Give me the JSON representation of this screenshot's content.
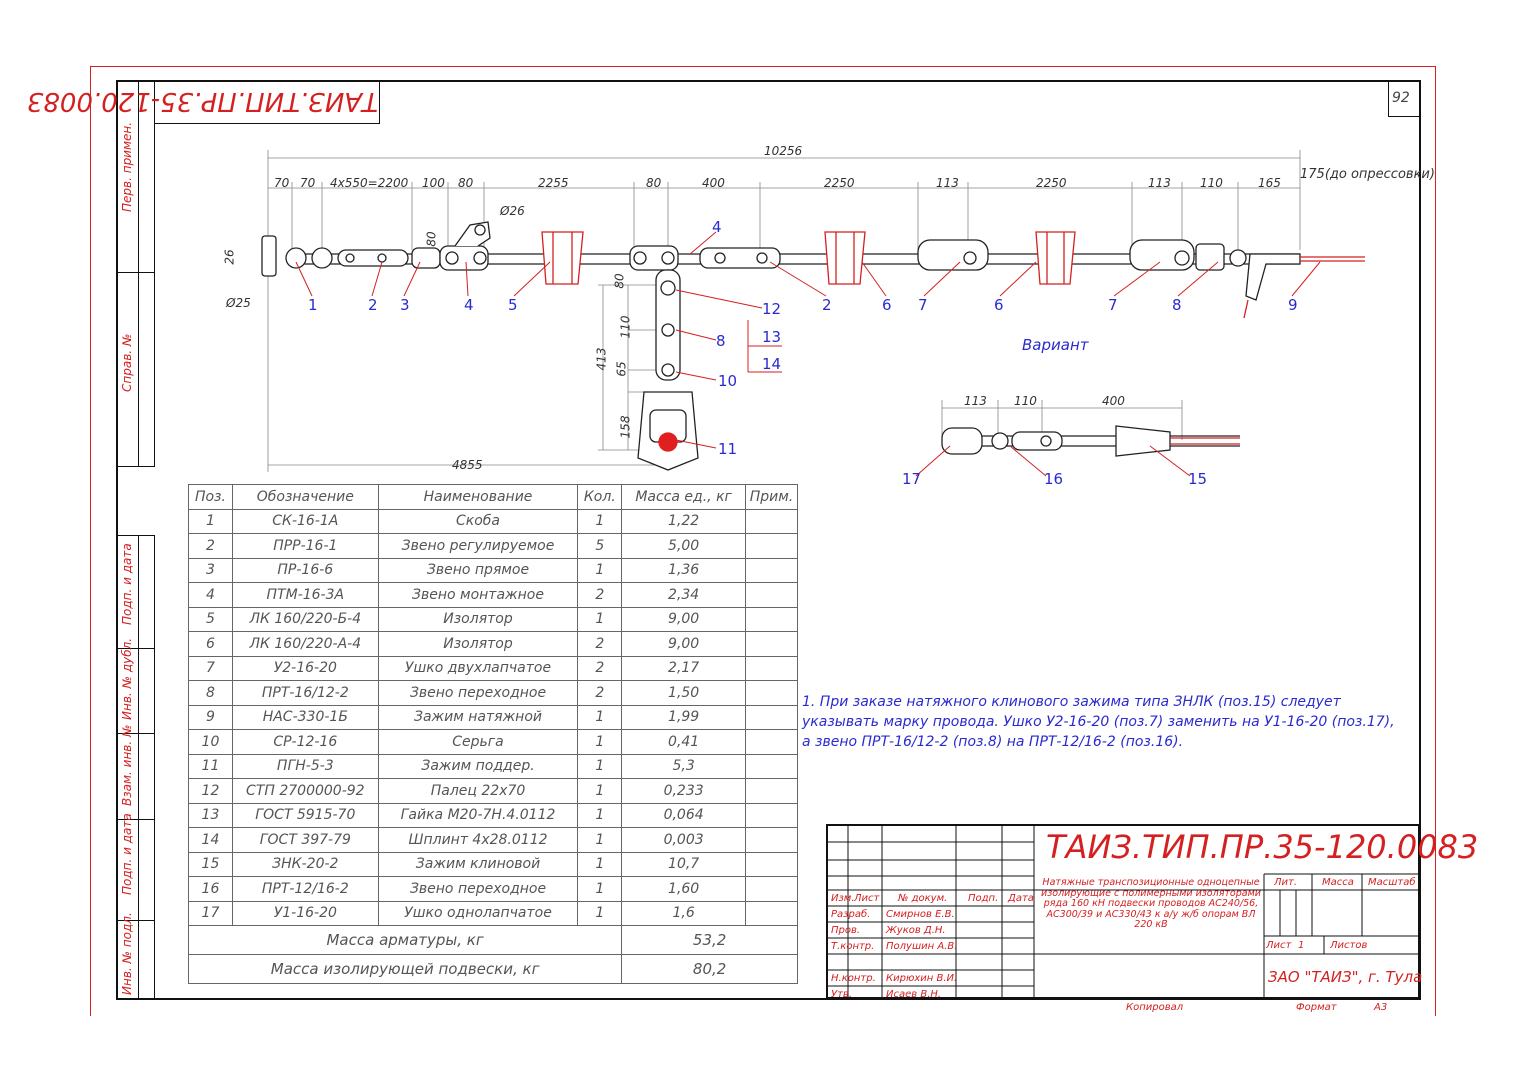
{
  "doc_code": "ТАИЗ.ТИП.ПР.35-120.0083",
  "doc_code_mirrored": "ТАИЗ.ТИП.ПР.35-120.0083",
  "sheet_number": "92",
  "sidebar": {
    "perv_primen": "Перв. примен.",
    "sprav": "Справ. №",
    "podp_data_1": "Подп. и дата",
    "inv_dubl": "Инв. № дубл.",
    "vzam_inv": "Взам. инв. №",
    "podp_data_2": "Подп. и дата",
    "inv_podl": "Инв. № подл."
  },
  "dimensions": {
    "total": "10256",
    "d70a": "70",
    "d70b": "70",
    "d4x550": "4x550=2200",
    "d100": "100",
    "d80a": "80",
    "d2255": "2255",
    "d80b": "80",
    "d400": "400",
    "d2250a": "2250",
    "d113a": "113",
    "d2250b": "2250",
    "d113b": "113",
    "d110": "110",
    "d165": "165",
    "d175": "175(до опрессовки)",
    "d26": "26",
    "d25": "Ø25",
    "d26b": "Ø26",
    "d80v": "80",
    "d413": "413",
    "d110v": "110",
    "d65v": "65",
    "d158v": "158",
    "d80c": "80",
    "d4855": "4855",
    "v113": "113",
    "v110": "110",
    "v400": "400"
  },
  "callouts": [
    "1",
    "2",
    "3",
    "4",
    "5",
    "2",
    "6",
    "7",
    "6",
    "7",
    "8",
    "9",
    "4",
    "12",
    "8",
    "10",
    "11",
    "13",
    "14",
    "17",
    "16",
    "15"
  ],
  "variant_label": "Вариант",
  "bom": {
    "headers": [
      "Поз.",
      "Обозначение",
      "Наименование",
      "Кол.",
      "Масса ед., кг",
      "Прим."
    ],
    "rows": [
      [
        "1",
        "СК-16-1А",
        "Скоба",
        "1",
        "1,22",
        ""
      ],
      [
        "2",
        "ПРР-16-1",
        "Звено регулируемое",
        "5",
        "5,00",
        ""
      ],
      [
        "3",
        "ПР-16-6",
        "Звено прямое",
        "1",
        "1,36",
        ""
      ],
      [
        "4",
        "ПТМ-16-3А",
        "Звено монтажное",
        "2",
        "2,34",
        ""
      ],
      [
        "5",
        "ЛК 160/220-Б-4",
        "Изолятор",
        "1",
        "9,00",
        ""
      ],
      [
        "6",
        "ЛК 160/220-А-4",
        "Изолятор",
        "2",
        "9,00",
        ""
      ],
      [
        "7",
        "У2-16-20",
        "Ушко двухлапчатое",
        "2",
        "2,17",
        ""
      ],
      [
        "8",
        "ПРТ-16/12-2",
        "Звено переходное",
        "2",
        "1,50",
        ""
      ],
      [
        "9",
        "НАС-330-1Б",
        "Зажим натяжной",
        "1",
        "1,99",
        ""
      ],
      [
        "10",
        "СР-12-16",
        "Серьга",
        "1",
        "0,41",
        ""
      ],
      [
        "11",
        "ПГН-5-3",
        "Зажим поддер.",
        "1",
        "5,3",
        ""
      ],
      [
        "12",
        "СТП 2700000-92",
        "Палец 22х70",
        "1",
        "0,233",
        ""
      ],
      [
        "13",
        "ГОСТ 5915-70",
        "Гайка М20-7Н.4.0112",
        "1",
        "0,064",
        ""
      ],
      [
        "14",
        "ГОСТ 397-79",
        "Шплинт 4х28.0112",
        "1",
        "0,003",
        ""
      ],
      [
        "15",
        "ЗНК-20-2",
        "Зажим клиновой",
        "1",
        "10,7",
        ""
      ],
      [
        "16",
        "ПРТ-12/16-2",
        "Звено переходное",
        "1",
        "1,60",
        ""
      ],
      [
        "17",
        "У1-16-20",
        "Ушко однолапчатое",
        "1",
        "1,6",
        ""
      ]
    ],
    "total_armature_label": "Масса арматуры, кг",
    "total_armature_value": "53,2",
    "total_suspension_label": "Масса изолирующей подвески, кг",
    "total_suspension_value": "80,2"
  },
  "note": {
    "line1": "1. При заказе натяжного клинового зажима типа ЗНЛК (поз.15) следует",
    "line2": "указывать марку провода. Ушко У2-16-20 (поз.7) заменить на У1-16-20 (поз.17),",
    "line3": "а звено ПРТ-16/12-2 (поз.8) на ПРТ-12/16-2 (поз.16)."
  },
  "title_block": {
    "code": "ТАИЗ.ТИП.ПР.35-120.0083",
    "description_1": "Натяжные транспозиционные одноцепные",
    "description_2": "изолирующие с полимерными изоляторами",
    "description_3": "ряда 160 кН подвески проводов АС240/56,",
    "description_4": "АС300/39 и АС330/43 к а/у ж/б опорам ВЛ",
    "description_5": "220 кВ",
    "h_izm": "Изм.",
    "h_list": "Лист",
    "h_ndokum": "№ докум.",
    "h_podp": "Подп.",
    "h_data": "Дата",
    "r_razrab": "Разраб.",
    "n_razrab": "Смирнов Е.В.",
    "r_prov": "Пров.",
    "n_prov": "Жуков Д.Н.",
    "r_tkontr": "Т.контр.",
    "n_tkontr": "Полушин А.В.",
    "r_nkontr": "Н.контр.",
    "n_nkontr": "Кирюхин В.И.",
    "r_utv": "Утв.",
    "n_utv": "Исаев В.Н.",
    "lit": "Лит.",
    "massa": "Масса",
    "masshtab": "Масштаб",
    "list_label": "Лист",
    "list_num": "1",
    "listov_label": "Листов",
    "company": "ЗАО \"ТАИЗ\", г. Тула",
    "kopiroval": "Копировал",
    "format_label": "Формат",
    "format_value": "А3"
  },
  "colors": {
    "frame": "#d42020",
    "callout": "#2a2ad0",
    "line": "#222222"
  }
}
